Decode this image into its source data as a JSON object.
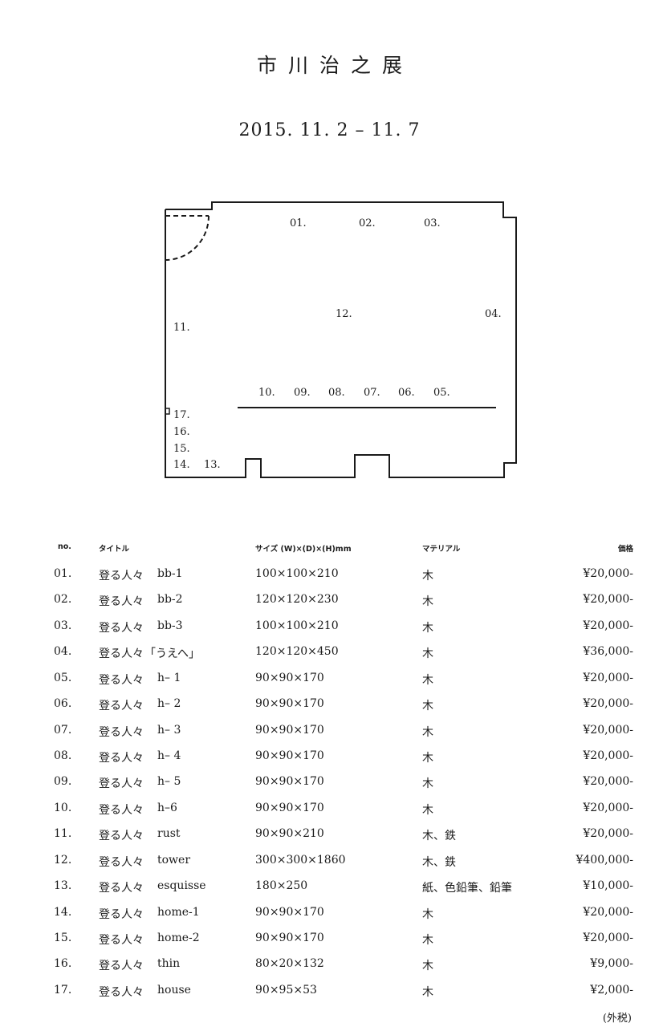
{
  "header": {
    "title": "市川治之展",
    "date": "2015. 11. 2 – 11. 7"
  },
  "floorplan": {
    "labels": [
      "01.",
      "02.",
      "03.",
      "04.",
      "05.",
      "06.",
      "07.",
      "08.",
      "09.",
      "10.",
      "11.",
      "12.",
      "13.",
      "14.",
      "15.",
      "16.",
      "17."
    ]
  },
  "table": {
    "headers": {
      "no": "no.",
      "title": "タイトル",
      "size": "サイズ (W)×(D)×(H)mm",
      "material": "マテリアル",
      "price": "価格"
    },
    "rows": [
      {
        "no": "01.",
        "title": "登る人々",
        "variant": "bb-1",
        "size": "100×100×210",
        "material": "木",
        "price": "¥20,000-"
      },
      {
        "no": "02.",
        "title": "登る人々",
        "variant": "bb-2",
        "size": "120×120×230",
        "material": "木",
        "price": "¥20,000-"
      },
      {
        "no": "03.",
        "title": "登る人々",
        "variant": "bb-3",
        "size": "100×100×210",
        "material": "木",
        "price": "¥20,000-"
      },
      {
        "no": "04.",
        "title": "登る人々",
        "variant": "「うえへ」",
        "size": "120×120×450",
        "material": "木",
        "price": "¥36,000-"
      },
      {
        "no": "05.",
        "title": "登る人々",
        "variant": "h– 1",
        "size": "90×90×170",
        "material": "木",
        "price": "¥20,000-"
      },
      {
        "no": "06.",
        "title": "登る人々",
        "variant": "h– 2",
        "size": "90×90×170",
        "material": "木",
        "price": "¥20,000-"
      },
      {
        "no": "07.",
        "title": "登る人々",
        "variant": "h– 3",
        "size": "90×90×170",
        "material": "木",
        "price": "¥20,000-"
      },
      {
        "no": "08.",
        "title": "登る人々",
        "variant": "h– 4",
        "size": "90×90×170",
        "material": "木",
        "price": "¥20,000-"
      },
      {
        "no": "09.",
        "title": "登る人々",
        "variant": "h– 5",
        "size": "90×90×170",
        "material": "木",
        "price": "¥20,000-"
      },
      {
        "no": "10.",
        "title": "登る人々",
        "variant": "h–6",
        "size": "90×90×170",
        "material": "木",
        "price": "¥20,000-"
      },
      {
        "no": "11.",
        "title": "登る人々",
        "variant": "rust",
        "size": "90×90×210",
        "material": "木、鉄",
        "price": "¥20,000-"
      },
      {
        "no": "12.",
        "title": "登る人々",
        "variant": "tower",
        "size": "300×300×1860",
        "material": "木、鉄",
        "price": "¥400,000-"
      },
      {
        "no": "13.",
        "title": "登る人々",
        "variant": "esquisse",
        "size": "180×250",
        "material": "紙、色鉛筆、鉛筆",
        "price": "¥10,000-"
      },
      {
        "no": "14.",
        "title": "登る人々",
        "variant": "home-1",
        "size": "90×90×170",
        "material": "木",
        "price": "¥20,000-"
      },
      {
        "no": "15.",
        "title": "登る人々",
        "variant": "home-2",
        "size": "90×90×170",
        "material": "木",
        "price": "¥20,000-"
      },
      {
        "no": "16.",
        "title": "登る人々",
        "variant": "thin",
        "size": "80×20×132",
        "material": "木",
        "price": "¥9,000-"
      },
      {
        "no": "17.",
        "title": "登る人々",
        "variant": "house",
        "size": "90×95×53",
        "material": "木",
        "price": "¥2,000-"
      }
    ],
    "tax_note": "(外税)"
  }
}
